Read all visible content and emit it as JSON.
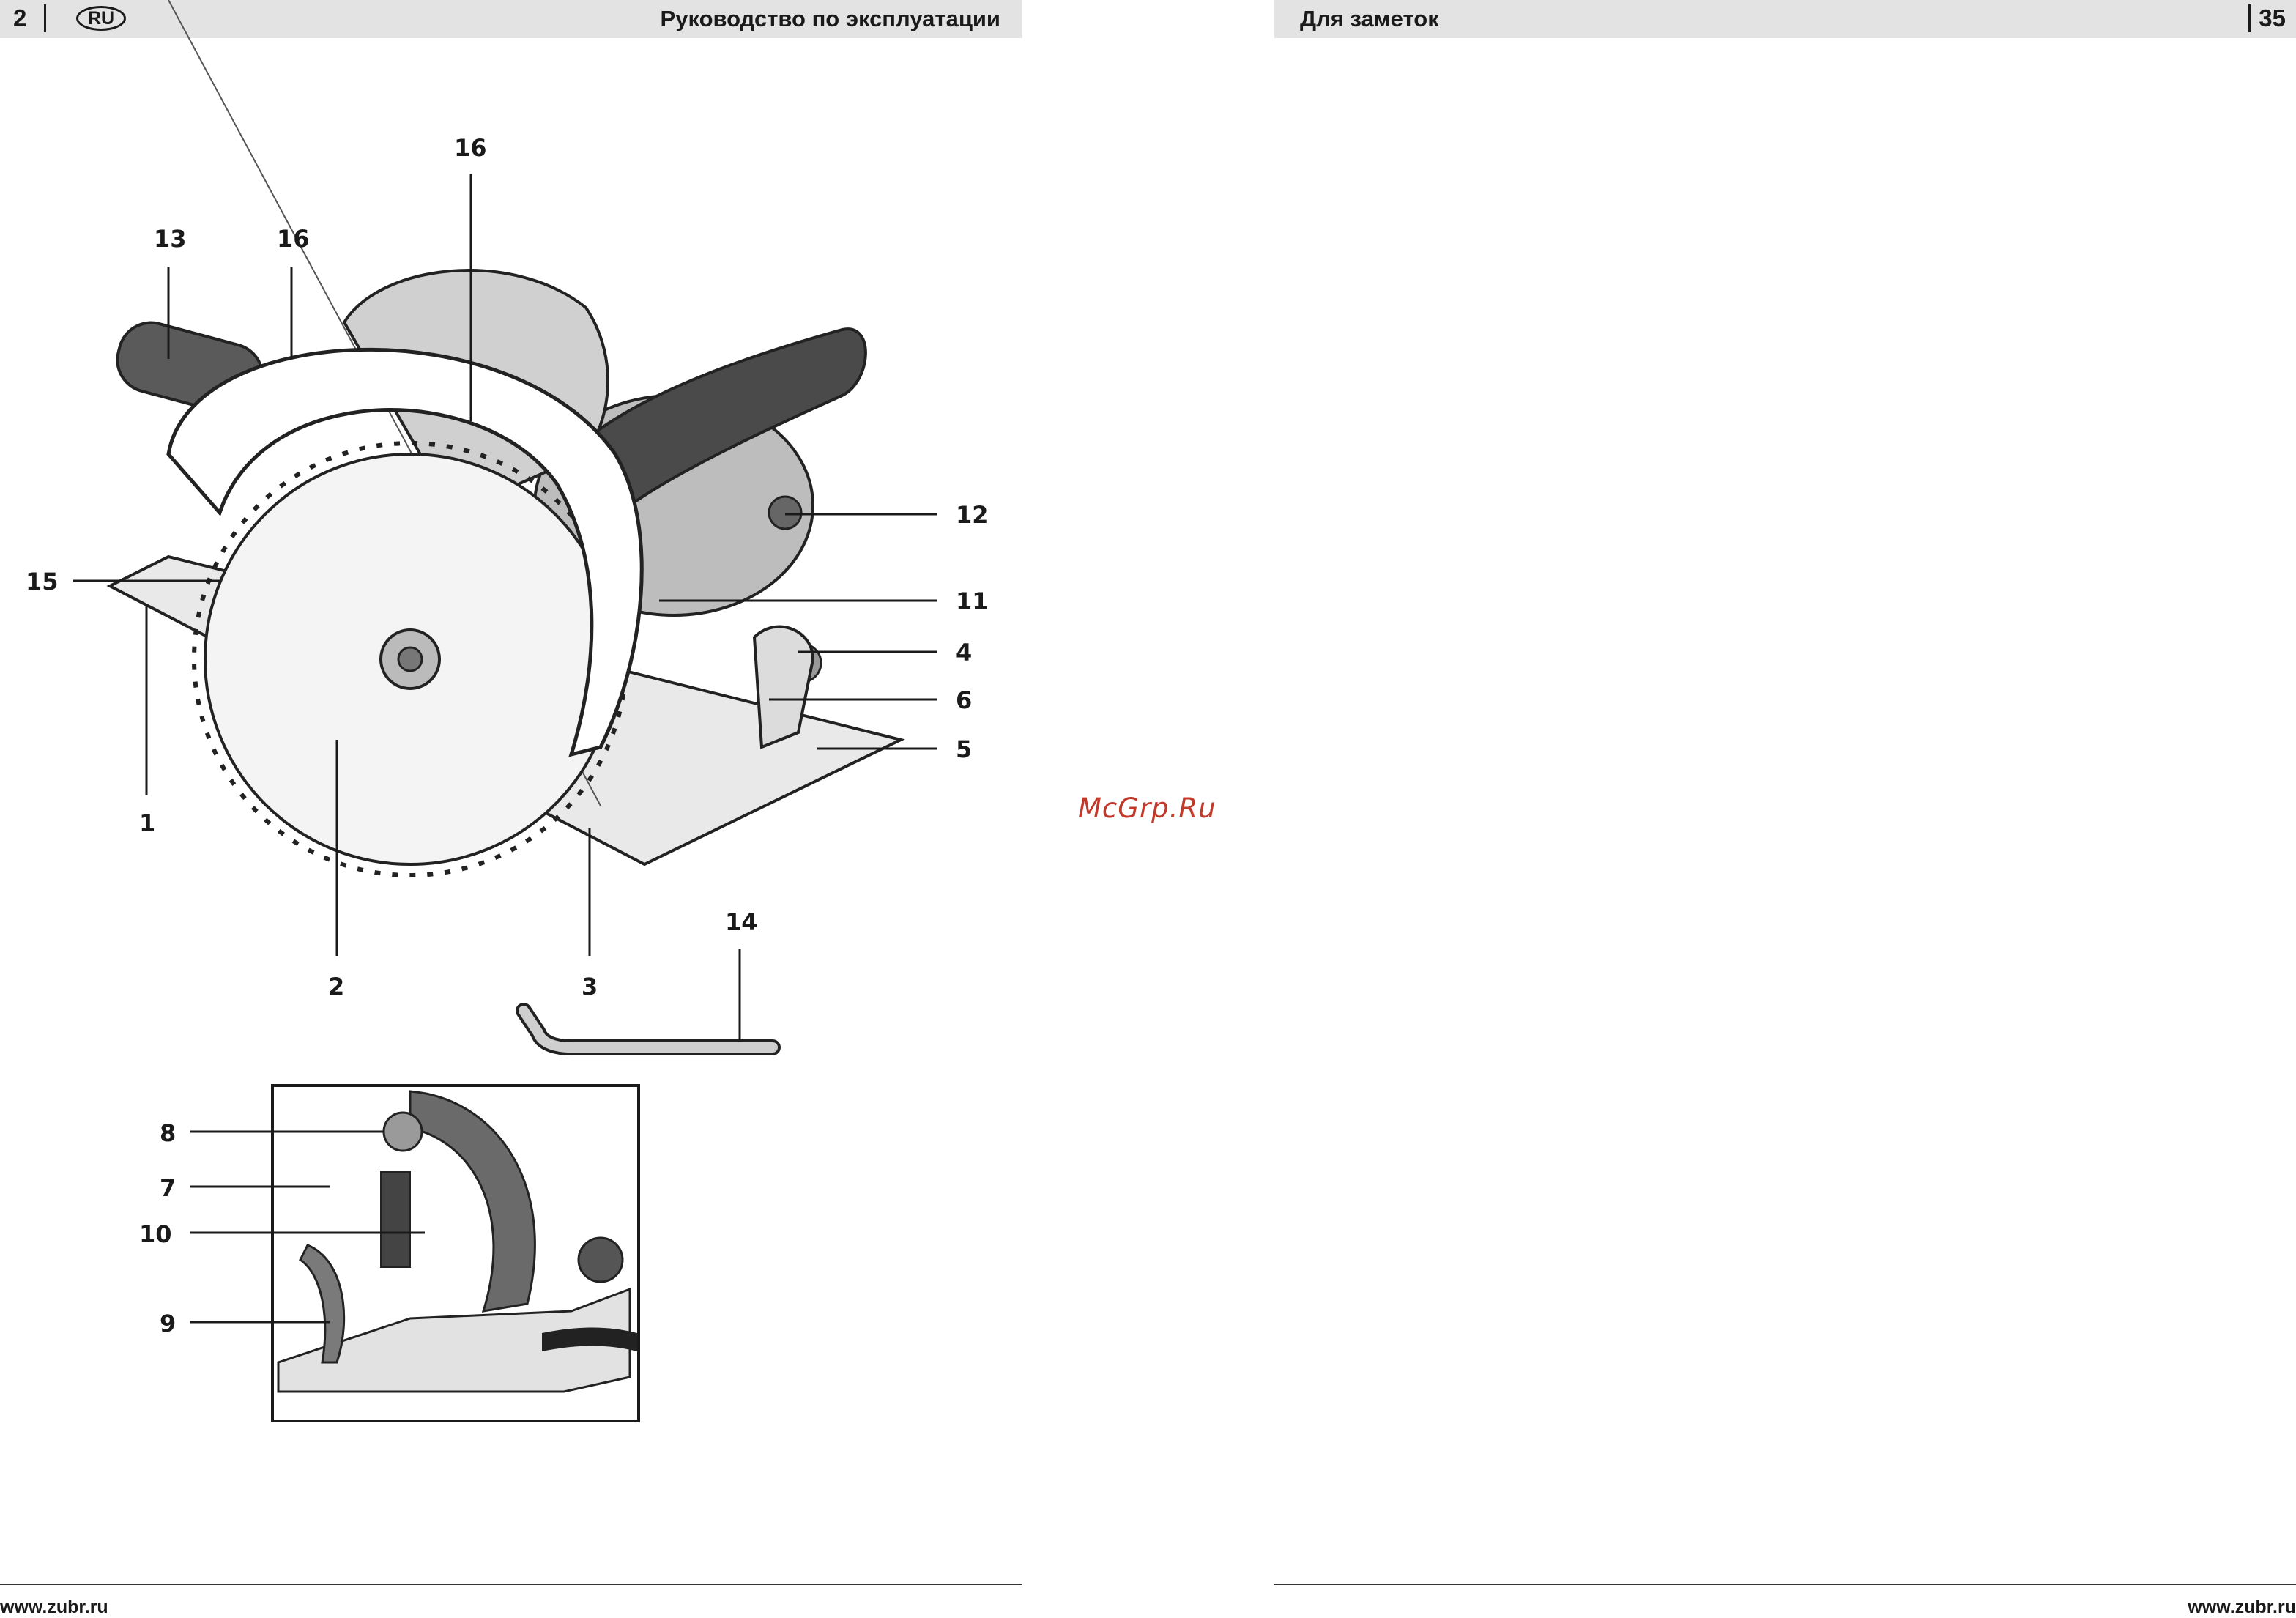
{
  "left_page": {
    "page_number": "2",
    "language_badge": "RU",
    "title": "Руководство по эксплуатации",
    "footer_url": "www.zubr.ru"
  },
  "right_page": {
    "title": "Для заметок",
    "page_number": "35",
    "footer_url": "www.zubr.ru"
  },
  "watermark": "McGrp.Ru",
  "figure_callouts": {
    "main": [
      "16",
      "13",
      "16",
      "12",
      "15",
      "11",
      "4",
      "6",
      "5",
      "1",
      "2",
      "3",
      "14"
    ],
    "inset": [
      "8",
      "7",
      "10",
      "9"
    ]
  }
}
